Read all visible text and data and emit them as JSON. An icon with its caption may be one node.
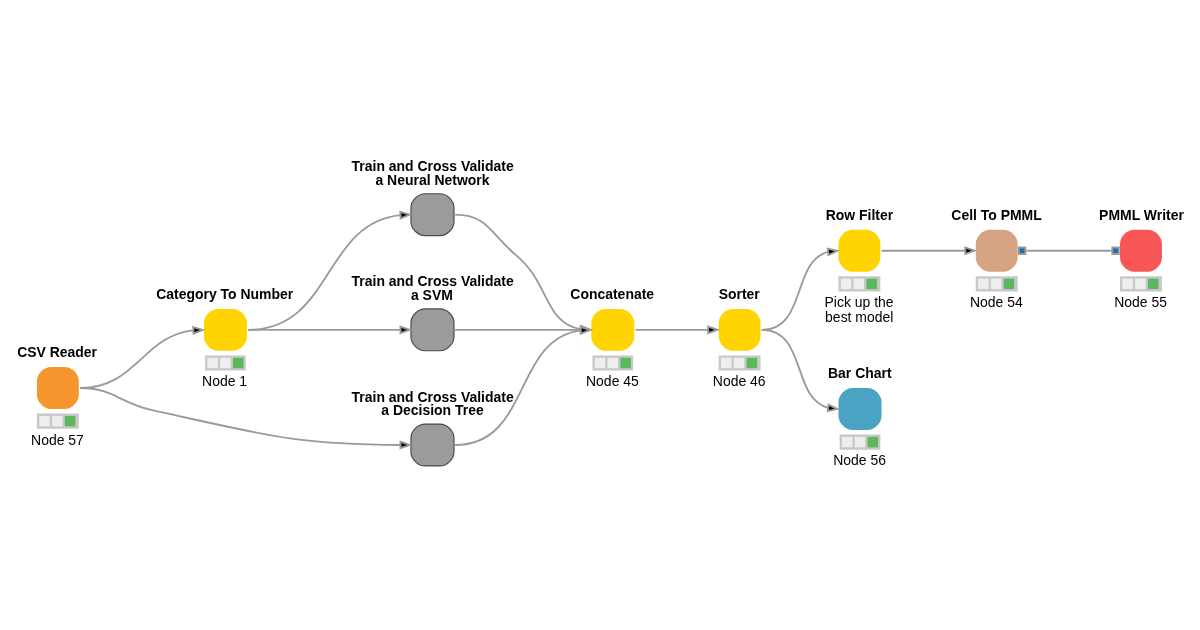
{
  "diagram": {
    "nodes": [
      {
        "text": [
          "CSV Reader"
        ],
        "beside": [
          "Node 57"
        ]
      },
      {
        "text": [
          "Category To Number"
        ],
        "beside": [
          "Node 1"
        ]
      },
      {
        "text": [
          "Train and Cross Validate a Neural Network"
        ]
      },
      {
        "text": [
          "Train and Cross Validate a SVM"
        ]
      },
      {
        "text": [
          "Train and Cross Validate a Decision Tree"
        ]
      },
      {
        "text": [
          "Concatenate"
        ],
        "beside": [
          "Node 45"
        ]
      },
      {
        "text": [
          "Sorter"
        ],
        "beside": [
          "Node 46"
        ]
      },
      {
        "text": [
          "Row Filter"
        ],
        "beside": [
          "Pick up the best model"
        ]
      },
      {
        "text": [
          "Cell To PMML"
        ],
        "beside": [
          "Node 54"
        ]
      },
      {
        "text": [
          "PMML Writer"
        ],
        "beside": [
          "Node 55"
        ]
      },
      {
        "text": [
          "Bar Chart"
        ],
        "beside": [
          "Node 56"
        ]
      }
    ],
    "edges": [
      {
        "from": 0,
        "to": 1,
        "arrow": "to"
      },
      {
        "from": 0,
        "to": 4,
        "arrow": "to"
      },
      {
        "from": 1,
        "to": 2,
        "arrow": "to"
      },
      {
        "from": 1,
        "to": 3,
        "arrow": "to"
      },
      {
        "from": 2,
        "to": 5,
        "arrow": "to"
      },
      {
        "from": 3,
        "to": 5,
        "arrow": "to"
      },
      {
        "from": 4,
        "to": 5,
        "arrow": "to"
      },
      {
        "from": 5,
        "to": 6,
        "arrow": "to"
      },
      {
        "from": 6,
        "to": 7,
        "arrow": "to"
      },
      {
        "from": 6,
        "to": 10,
        "arrow": "to"
      },
      {
        "from": 7,
        "to": 8,
        "arrow": "to"
      },
      {
        "from": 8,
        "to": 9,
        "arrow": "other"
      }
    ]
  }
}
